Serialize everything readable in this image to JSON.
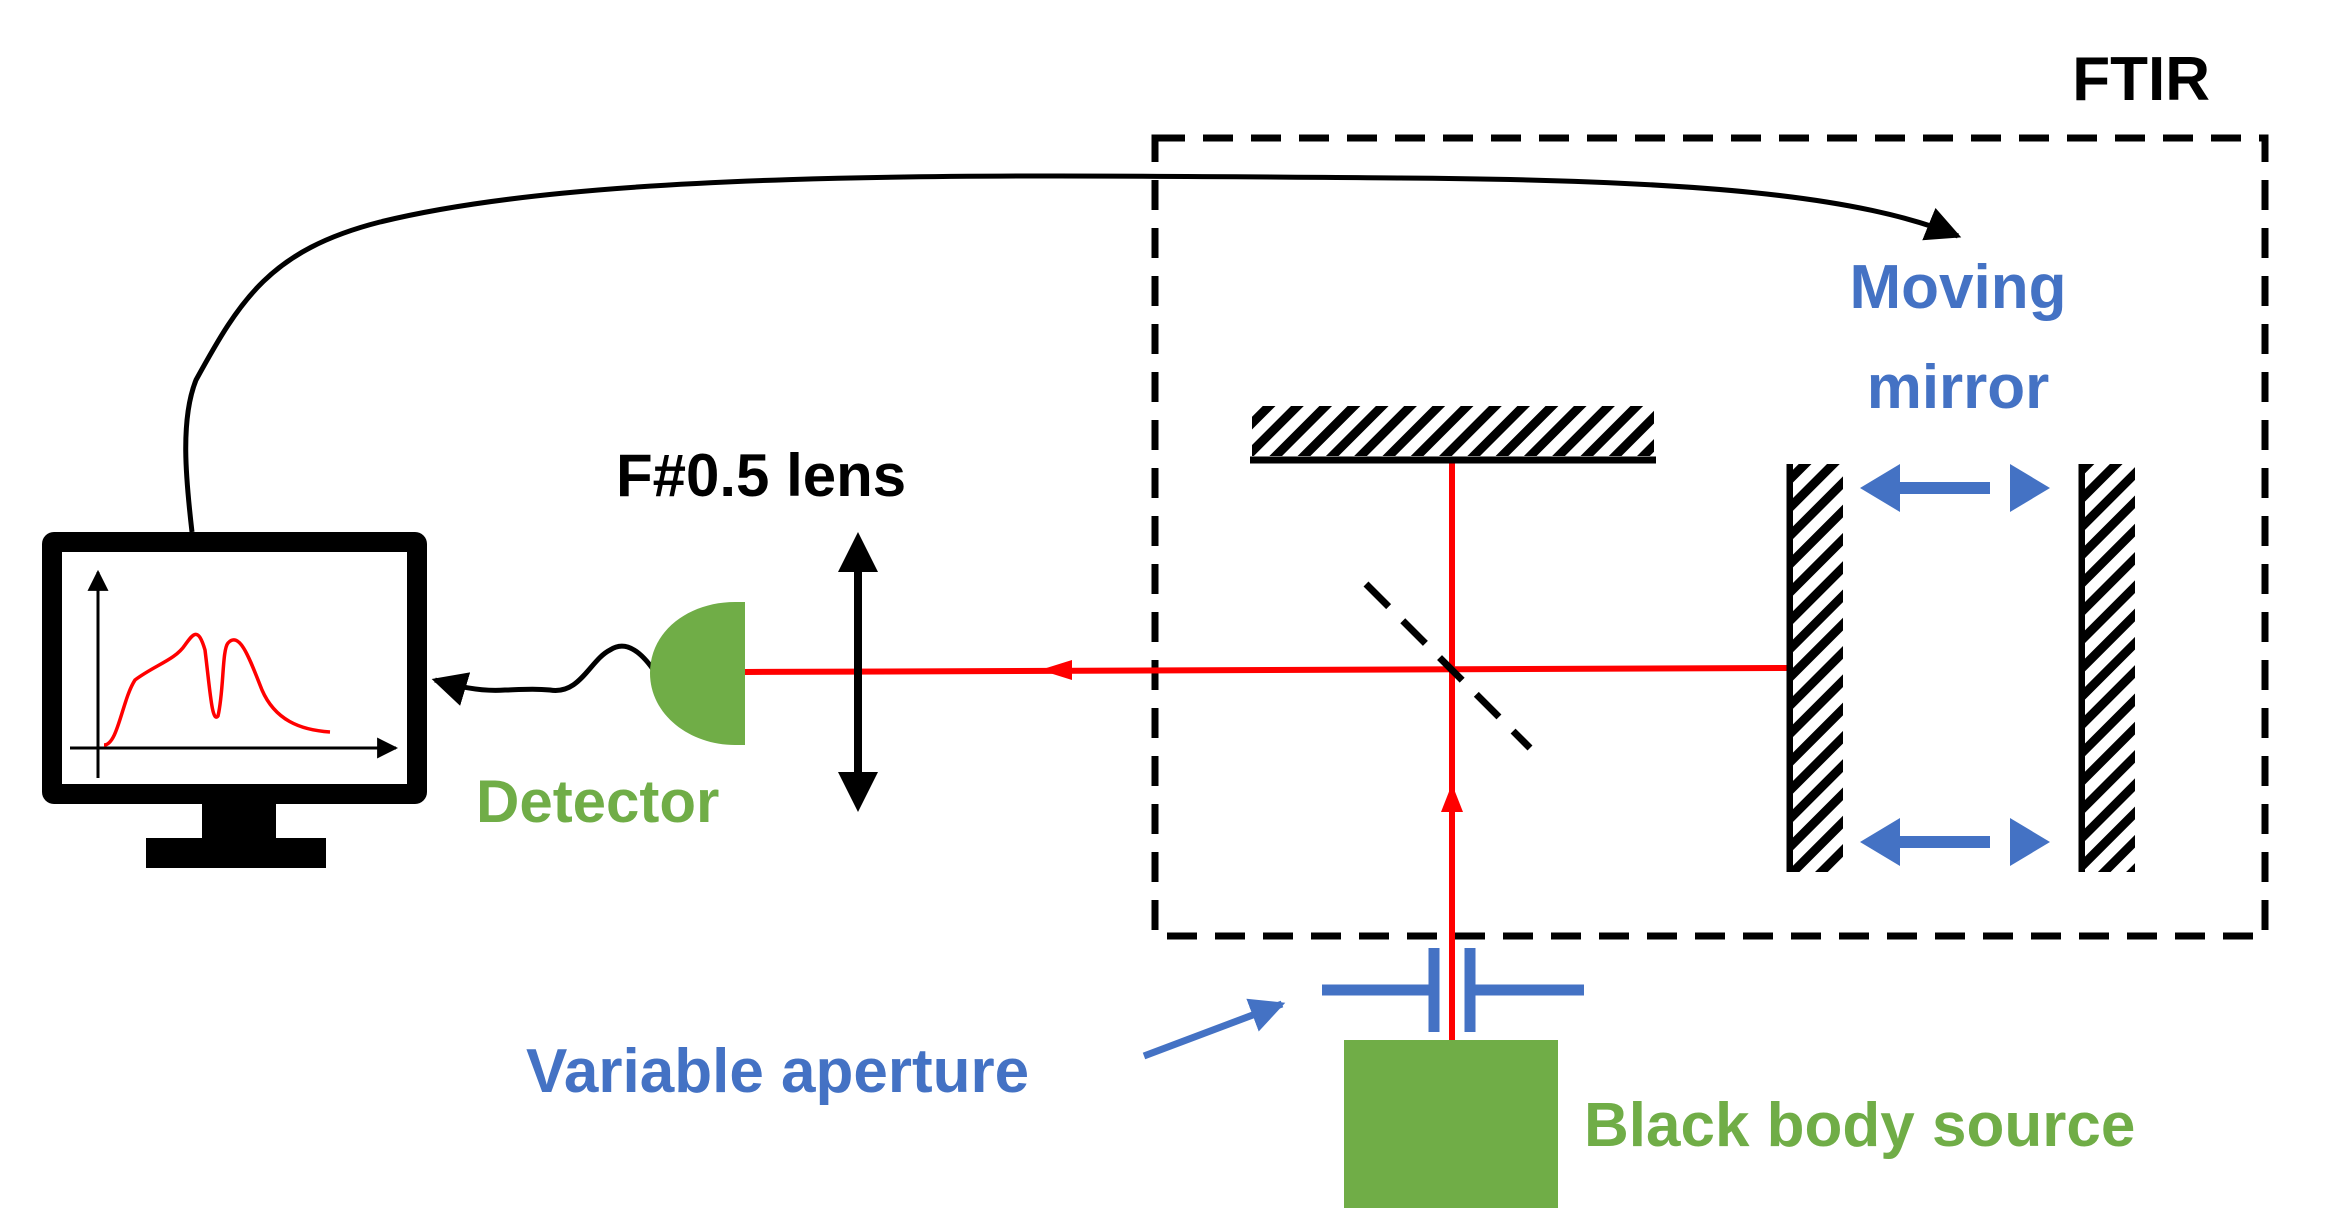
{
  "labels": {
    "ftir": "FTIR",
    "moving_mirror_line1": "Moving",
    "moving_mirror_line2": "mirror",
    "lens": "F#0.5 lens",
    "detector": "Detector",
    "variable_aperture": "Variable aperture",
    "black_body_source": "Black body source"
  },
  "colors": {
    "beam": "#ff0000",
    "blue": "#4472c4",
    "green": "#70ad47",
    "black": "#000000"
  }
}
